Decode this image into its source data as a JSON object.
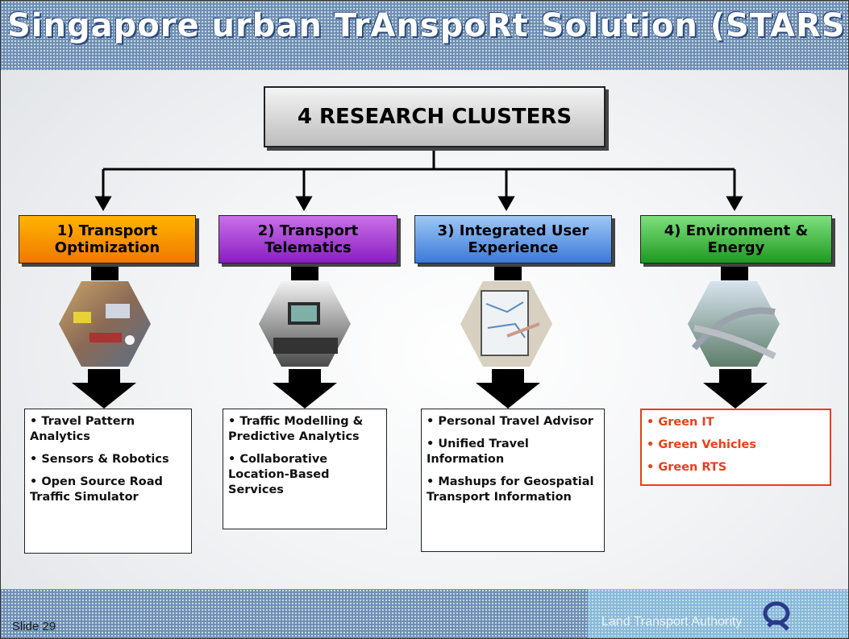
{
  "title": "Singapore urban TrAnspoRt Solution (STARS)",
  "header": "4 RESEARCH CLUSTERS",
  "clusters": [
    {
      "label": "1) Transport Optimization",
      "color": "#f39200",
      "items": [
        "• Travel Pattern Analytics",
        "• Sensors & Robotics",
        "• Open Source Road Traffic Simulator"
      ]
    },
    {
      "label": "2) Transport Telematics",
      "color": "#9b30d0",
      "items": [
        "• Traffic Modelling & Predictive Analytics",
        "• Collaborative Location-Based Services"
      ]
    },
    {
      "label": "3) Integrated User Experience",
      "color": "#4a8ae0",
      "items": [
        "• Personal Travel Advisor",
        "• Unified Travel Information",
        "• Mashups for Geospatial Transport Information"
      ]
    },
    {
      "label": "4) Environment & Energy",
      "color": "#2ea82e",
      "items": [
        "• Green IT",
        "• Green Vehicles",
        "• Green RTS"
      ]
    }
  ],
  "footer": {
    "slide_number": "Slide 29",
    "authority": "Land Transport Authority"
  },
  "icons": [
    "traffic-photo-icon",
    "telematics-photo-icon",
    "map-screen-photo-icon",
    "highway-photo-icon",
    "lta-logo-icon"
  ]
}
